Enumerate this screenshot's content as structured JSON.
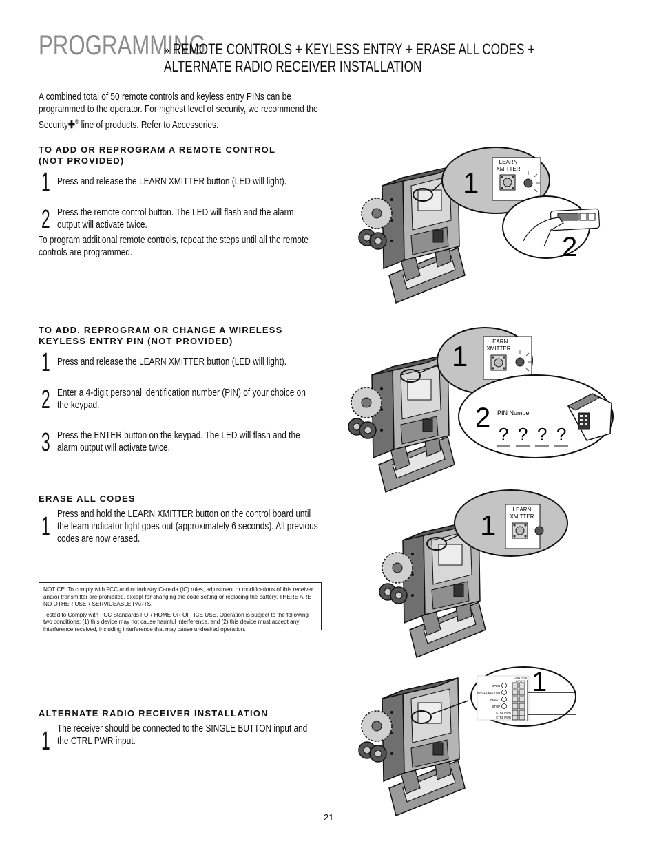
{
  "header": {
    "title": "PROGRAMMING",
    "separator": "»",
    "subtitle": "REMOTE CONTROLS + KEYLESS ENTRY + ERASE ALL CODES + ALTERNATE RADIO RECEIVER INSTALLATION"
  },
  "intro": {
    "text_before_brand": "A combined total of 50 remote controls and keyless entry PINs can be programmed to the operator. For highest level of security, we recommend the Security",
    "brand_mark": "✚",
    "registered": "®",
    "text_after_brand": " line of products. Refer to Accessories."
  },
  "section_remote": {
    "heading_line1": "TO ADD OR REPROGRAM A REMOTE CONTROL",
    "heading_line2": "(NOT PROVIDED)",
    "steps": [
      {
        "num": "1",
        "text": "Press and release the LEARN XMITTER button (LED will light)."
      },
      {
        "num": "2",
        "text": "Press the remote control button. The LED will flash and the alarm output will activate twice."
      }
    ],
    "note": "To program additional remote controls, repeat the steps until all the remote controls are programmed."
  },
  "section_keyless": {
    "heading_line1": "TO ADD, REPROGRAM OR CHANGE A WIRELESS",
    "heading_line2": "KEYLESS ENTRY PIN (NOT PROVIDED)",
    "steps": [
      {
        "num": "1",
        "text": "Press and release the LEARN XMITTER button (LED will light)."
      },
      {
        "num": "2",
        "text": "Enter a 4-digit personal identification number (PIN) of your choice on the keypad."
      },
      {
        "num": "3",
        "text": "Press the ENTER button on the keypad. The LED will flash and the alarm output will activate twice."
      }
    ]
  },
  "section_erase": {
    "heading": "ERASE ALL CODES",
    "steps": [
      {
        "num": "1",
        "text": "Press and hold the LEARN XMITTER button on the control board until the learn indicator light goes out (approximately 6 seconds). All previous codes are now erased."
      }
    ]
  },
  "notice": {
    "p1": "NOTICE: To comply with FCC and or Industry Canada (IC) rules, adjustment or modifications of this receiver and/or transmitter are prohibited, except for changing the code setting or replacing the battery. THERE ARE NO OTHER USER SERVICEABLE PARTS.",
    "p2": "Tested to Comply with FCC Standards FOR HOME OR OFFICE USE. Operation is subject to the following two conditions: (1) this device may not cause harmful interference, and (2) this device must accept any interference received, including interference that may cause undesired operation."
  },
  "section_alt_radio": {
    "heading": "ALTERNATE RADIO RECEIVER INSTALLATION",
    "steps": [
      {
        "num": "1",
        "text": "The receiver should be connected to the SINGLE BUTTON input and the CTRL PWR input."
      }
    ]
  },
  "figures": {
    "learn_label_line1": "LEARN",
    "learn_label_line2": "XMITTER",
    "callout_1": "1",
    "callout_2": "2",
    "pin_number_label": "PIN Number",
    "pin_placeholder": "?",
    "control_inputs_title_line1": "CONTROL",
    "control_inputs_title_line2": "INPUTS",
    "control_inputs": [
      "OPEN",
      "SINGLE BUTTON",
      "RESET",
      "STOP",
      "CTRL PWR",
      "CTRL PWR"
    ]
  },
  "footer": {
    "page_number": "21"
  }
}
